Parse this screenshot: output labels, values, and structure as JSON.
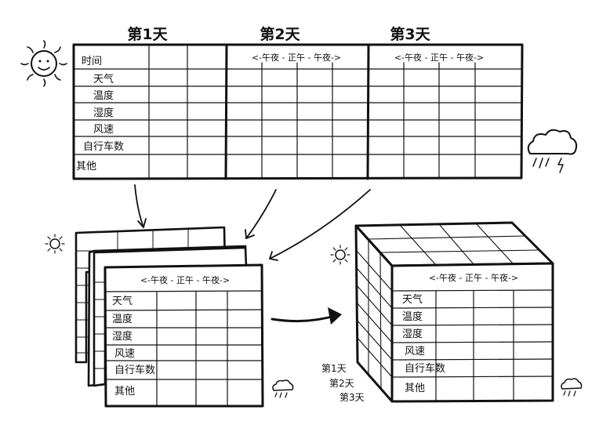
{
  "day_headers": [
    "第1天",
    "第2天",
    "第3天"
  ],
  "time_axis": "<-午夜 - 正午 - 午夜->",
  "row_labels_top": [
    "时间",
    "天气",
    "温度",
    "湿度",
    "风速",
    "自行车数",
    "其他"
  ],
  "row_labels_stack": [
    "天气",
    "温度",
    "湿度",
    "风速",
    "自行车数",
    "其他"
  ],
  "row_labels_cube": [
    "天气",
    "温度",
    "湿度",
    "风速",
    "自行车数",
    "其他"
  ],
  "cube_day_labels": [
    "第1天",
    "第2天",
    "第3天"
  ]
}
